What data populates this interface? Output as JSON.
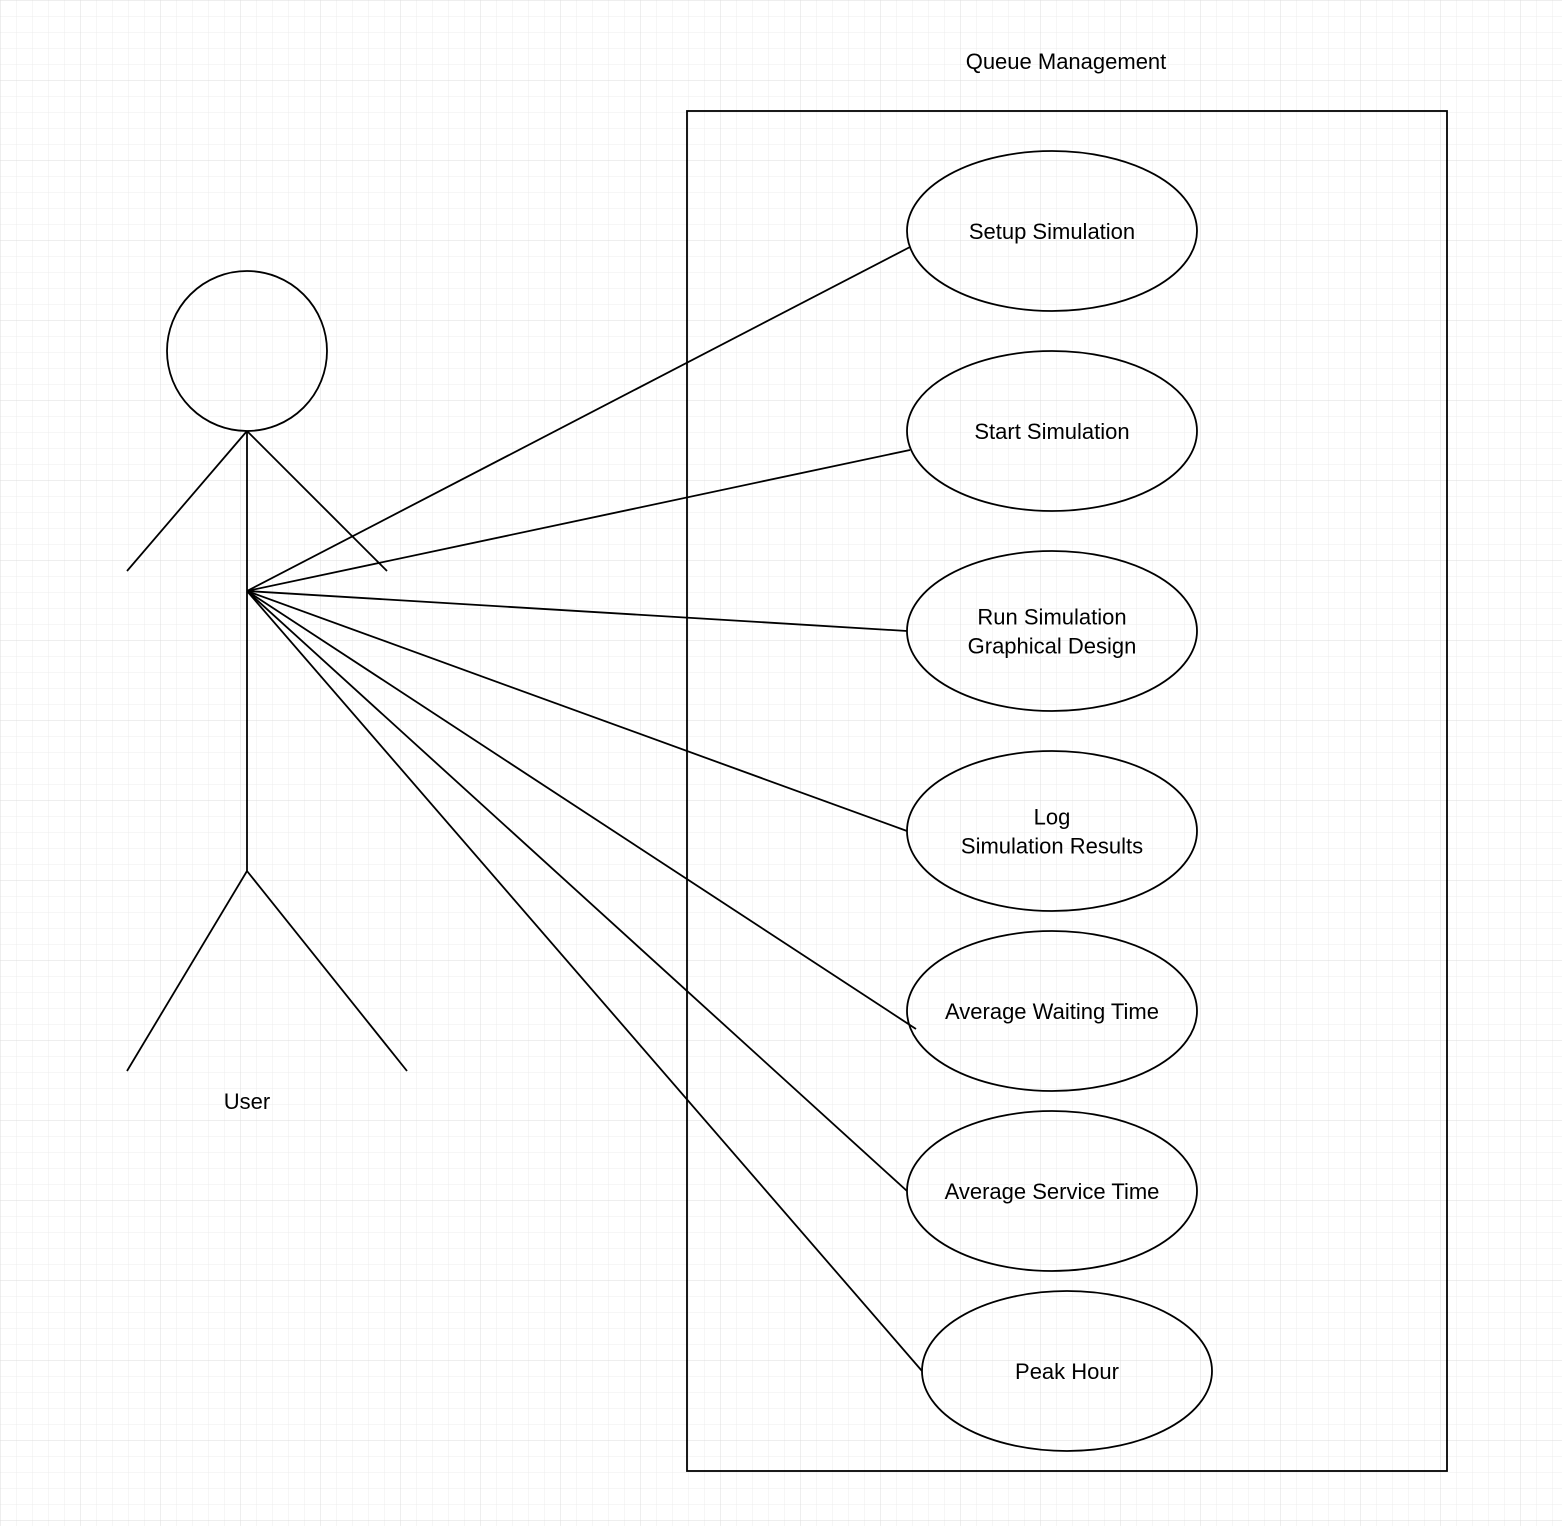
{
  "system": {
    "title": "Queue Management"
  },
  "actor": {
    "name": "User"
  },
  "use_cases": [
    {
      "id": "setup",
      "lines": [
        "Setup Simulation"
      ]
    },
    {
      "id": "start",
      "lines": [
        "Start Simulation"
      ]
    },
    {
      "id": "run",
      "lines": [
        "Run Simulation",
        "Graphical Design"
      ]
    },
    {
      "id": "log",
      "lines": [
        "Log",
        "Simulation Results"
      ]
    },
    {
      "id": "avg-wait",
      "lines": [
        "Average Waiting Time"
      ]
    },
    {
      "id": "avg-service",
      "lines": [
        "Average Service Time"
      ]
    },
    {
      "id": "peak",
      "lines": [
        "Peak Hour"
      ]
    }
  ],
  "colors": {
    "grid": "#e6e6e6",
    "stroke": "#000000",
    "background": "#ffffff"
  }
}
